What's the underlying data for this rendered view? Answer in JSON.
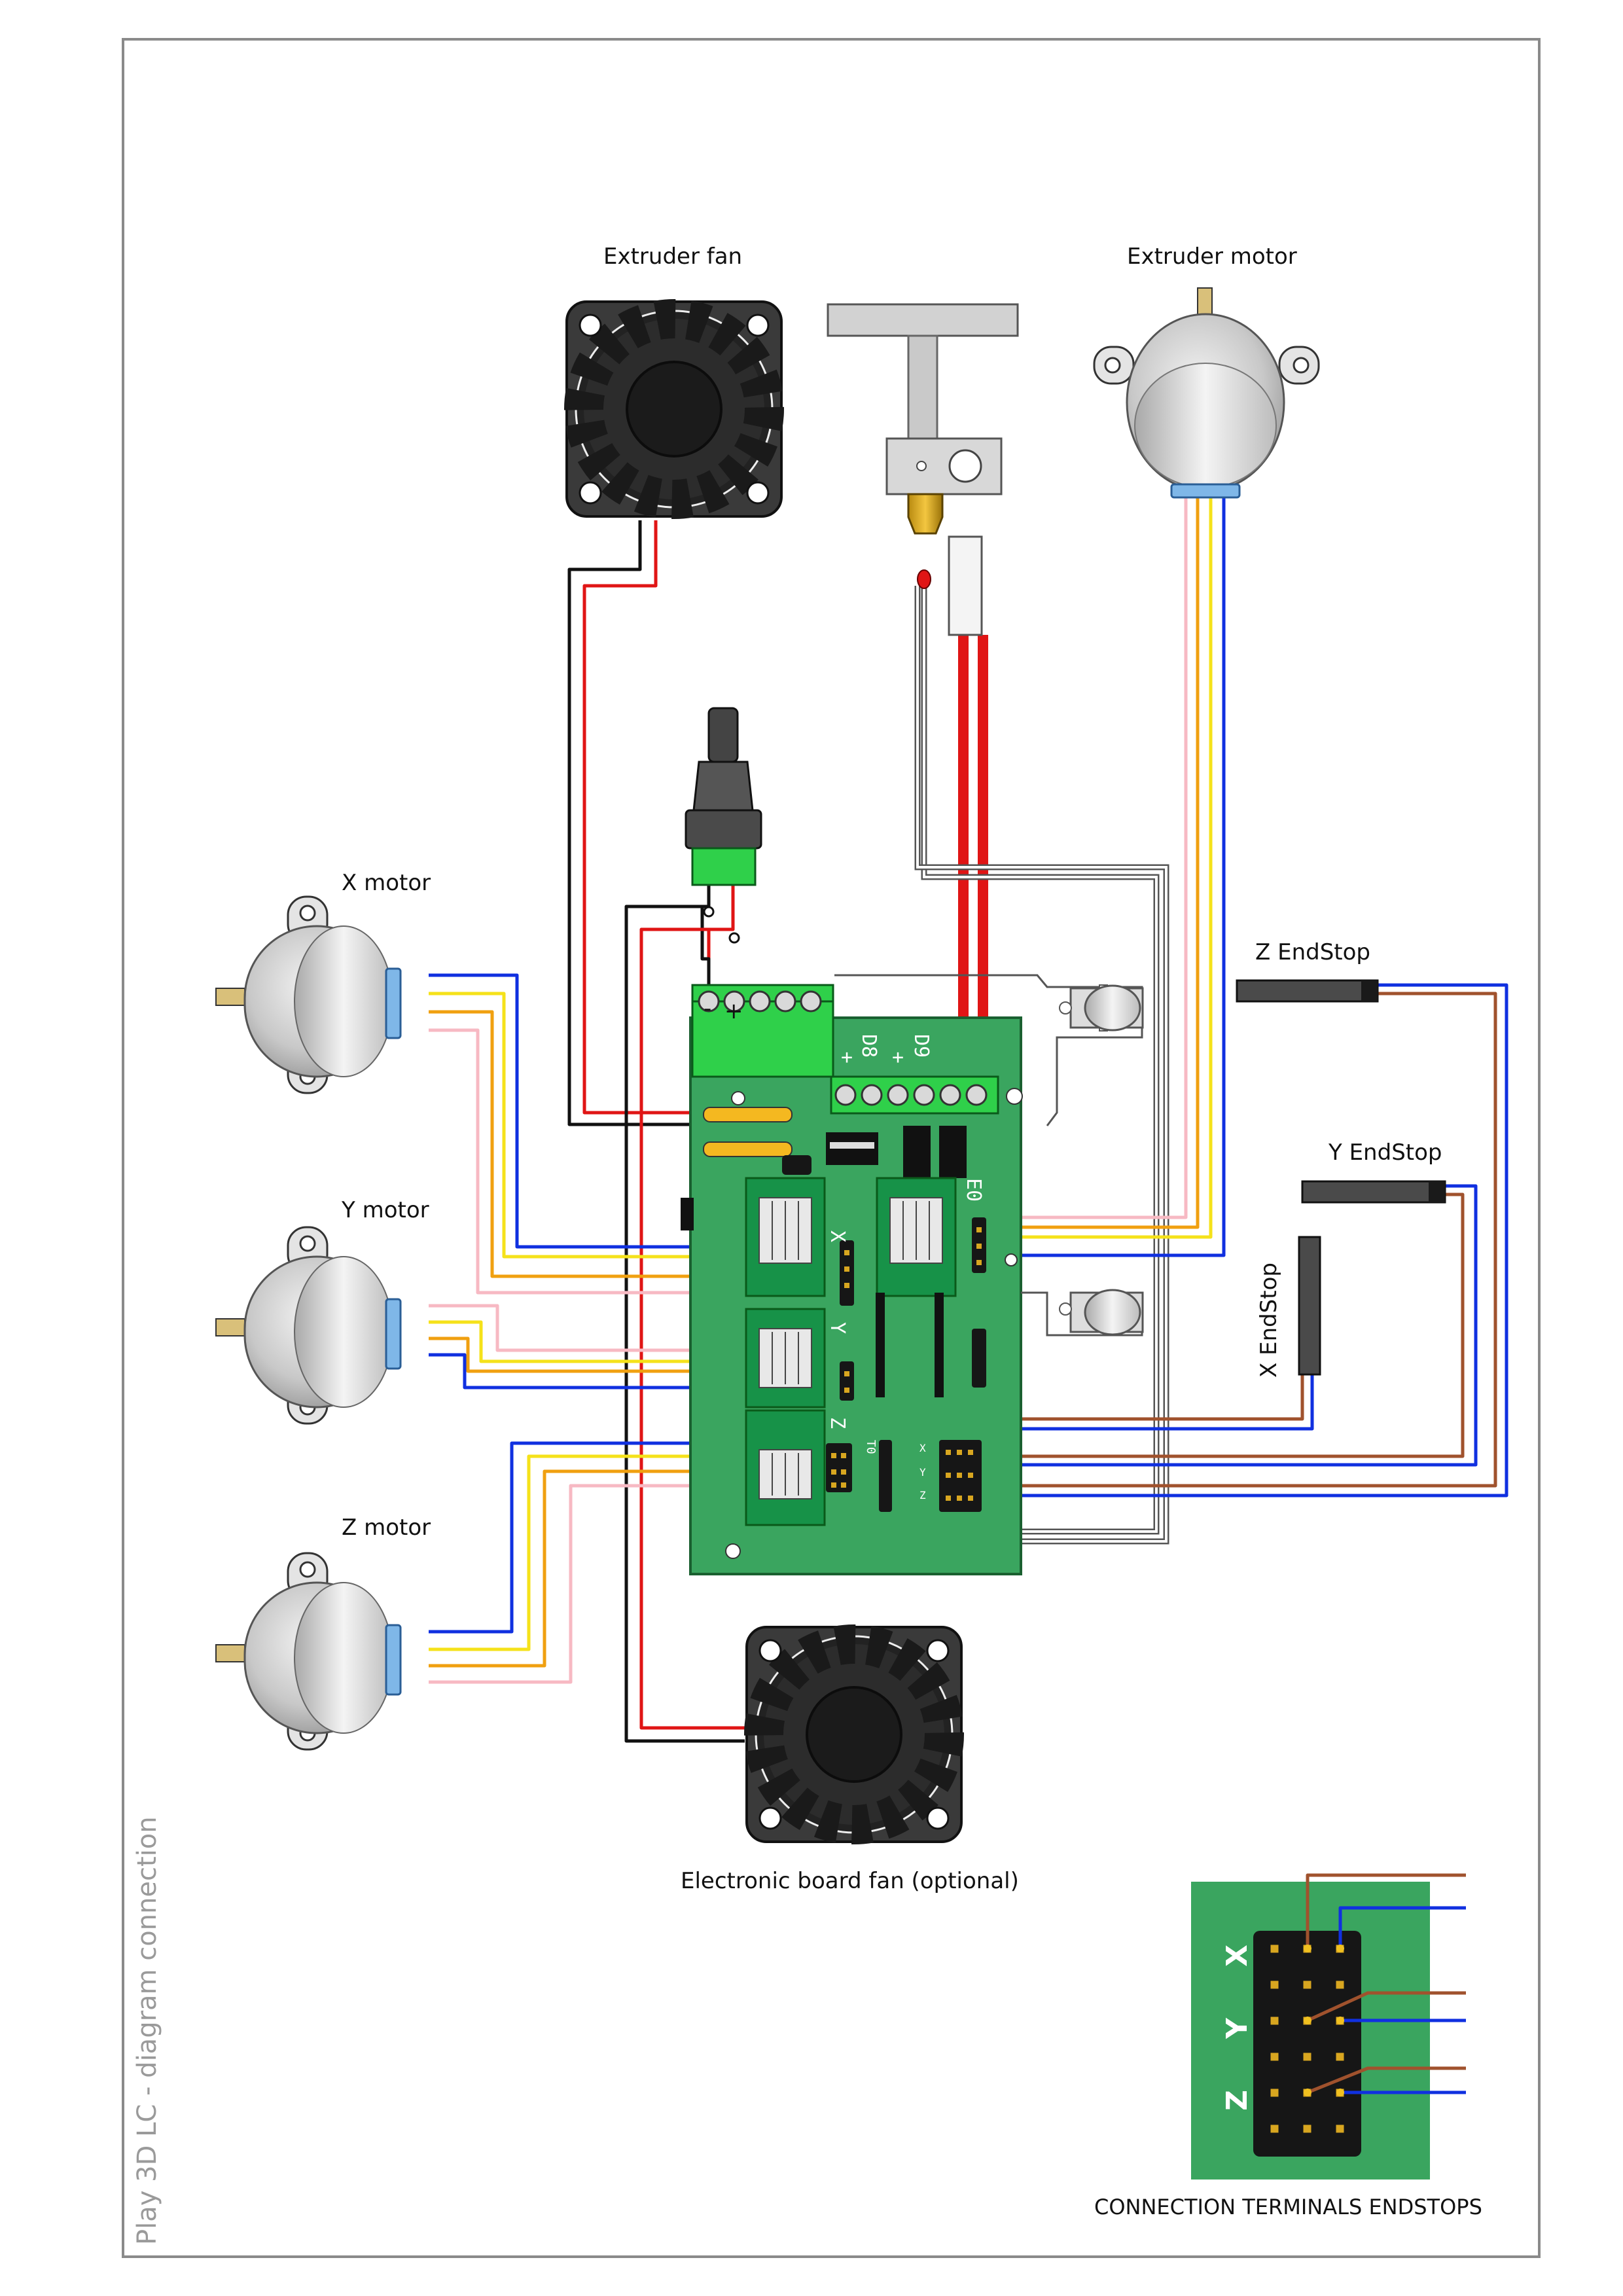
{
  "title": "Play 3D LC - diagram connection",
  "labels": {
    "extruder_fan": "Extruder fan",
    "extruder_motor": "Extruder motor",
    "x_motor": "X motor",
    "y_motor": "Y motor",
    "z_motor": "Z motor",
    "z_endstop": "Z EndStop",
    "y_endstop": "Y EndStop",
    "x_endstop": "X EndStop",
    "board_fan": "Electronic board fan (optional)",
    "terminals_caption": "CONNECTION TERMINALS ENDSTOPS"
  },
  "board": {
    "driver_x": "X",
    "driver_y": "Y",
    "driver_z": "Z",
    "driver_e0": "E0",
    "d8": "D8",
    "d9": "D9",
    "plus": "+",
    "power_minus": "-",
    "power_plus": "+",
    "t0": "T0",
    "endstop_pins_x": "X",
    "endstop_pins_y": "Y",
    "endstop_pins_z": "Z"
  },
  "jumpers": {
    "x": "X",
    "y": "Y",
    "z": "Z"
  },
  "colors": {
    "board_green": "#3aa55f",
    "wire_black": "#111111",
    "wire_red": "#e01515",
    "wire_blue": "#1030e0",
    "wire_yellow": "#f5e21a",
    "wire_orange": "#f0a010",
    "wire_pink": "#f7b9c3",
    "wire_brown": "#a0522d",
    "frame_gray": "#888888"
  }
}
